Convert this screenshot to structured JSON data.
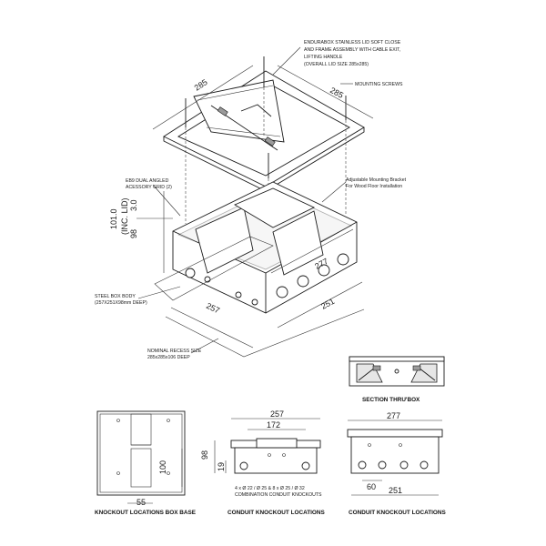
{
  "notes": {
    "lid_1": "ENDURABOX STAINLESS LID SOFT CLOSE",
    "lid_2": "AND FRAME ASSEMBLY WITH CABLE EXIT,",
    "lid_3": "LIFTING HANDLE",
    "lid_4": "(OVERALL LID SIZE 285x285)",
    "screws": "MOUNTING SCREWS",
    "grid_1": "EB9 DUAL ANGLED",
    "grid_2": "ACESSORY GRID (2)",
    "bracket_1": "Adjustable Mounting Bracket",
    "bracket_2": "For Wood Floor Installation",
    "body_1": "STEEL BOX BODY",
    "body_2": "(257X251X98mm DEEP)",
    "recess_1": "NOMINAL RECESS SIZE",
    "recess_2": "285x285x106 DEEP",
    "knockouts_1": "4 x Ø 22 / Ø 25 & 8 x Ø 25 / Ø 32",
    "knockouts_2": "COMBINATION CONDUIT KNOCKOUTS"
  },
  "dims": {
    "lid_w": "285",
    "lid_d": "285",
    "height_1": "101.0",
    "height_2": "(INC. LID)",
    "lid_thk": "3.0",
    "body_h": "98",
    "box_277": "277",
    "box_257": "257",
    "box_251": "251",
    "kb_100": "100",
    "kb_55": "55",
    "c1_257": "257",
    "c1_172": "172",
    "c1_98": "98",
    "c1_19": "19",
    "c2_277": "277",
    "c2_60": "60",
    "c2_251": "251"
  },
  "captions": {
    "section": "SECTION THRU'BOX",
    "knockout_base": "KNOCKOUT LOCATIONS  BOX BASE",
    "conduit_1": "CONDUIT KNOCKOUT LOCATIONS",
    "conduit_2": "CONDUIT KNOCKOUT LOCATIONS"
  }
}
